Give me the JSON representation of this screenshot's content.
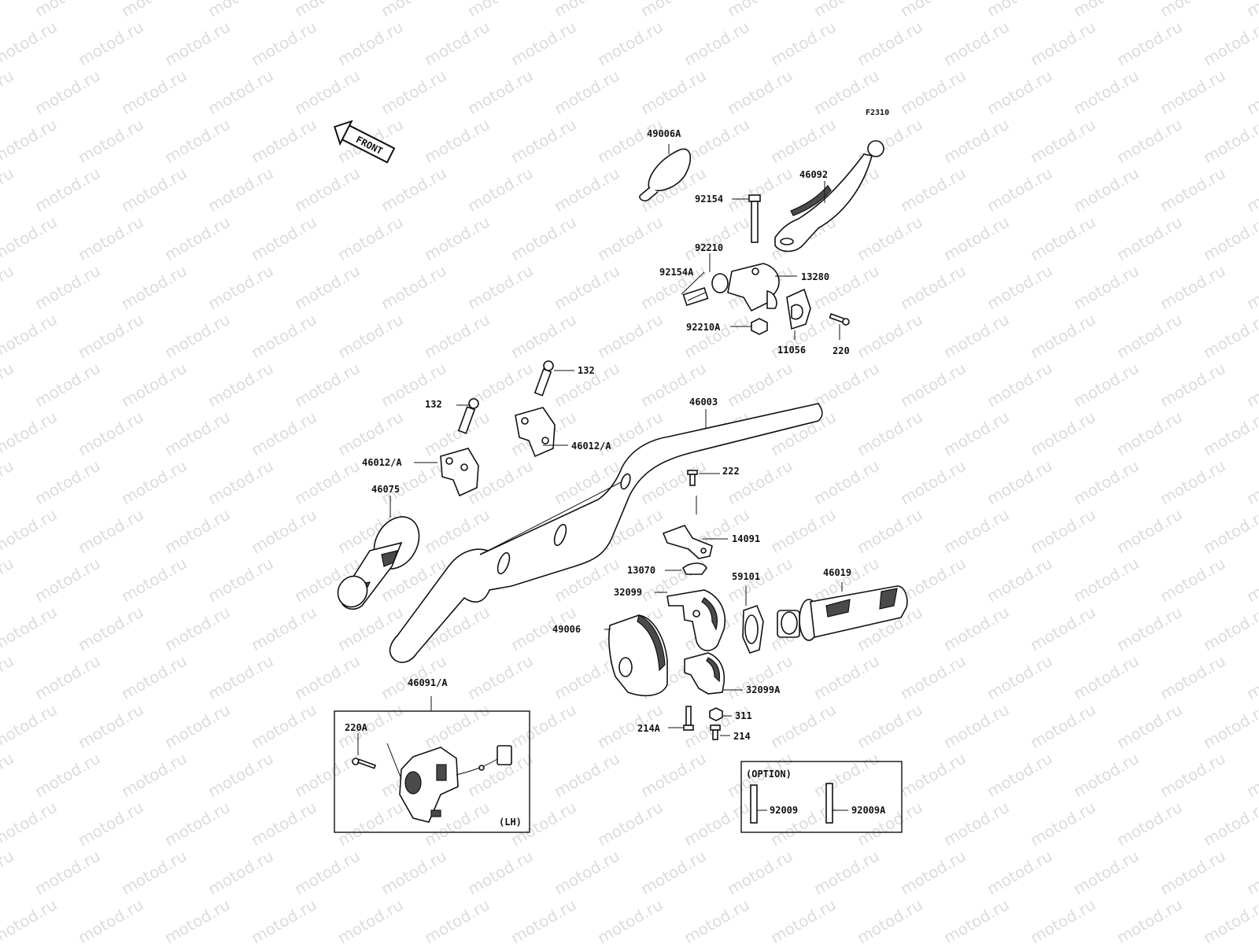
{
  "watermark": "motod.ru",
  "code": "F2310",
  "front_label": "FRONT",
  "option_label": "(OPTION)",
  "lh_label": "(LH)",
  "parts": {
    "p49006A": "49006A",
    "p46092": "46092",
    "p92154": "92154",
    "p92210": "92210",
    "p92154A": "92154A",
    "p13280": "13280",
    "p92210A": "92210A",
    "p11056": "11056",
    "p220": "220",
    "p132a": "132",
    "p132b": "132",
    "p46003": "46003",
    "p46012Aa": "46012/A",
    "p46012Ab": "46012/A",
    "p46075": "46075",
    "p222": "222",
    "p14091": "14091",
    "p13070": "13070",
    "p32099": "32099",
    "p59101": "59101",
    "p46019": "46019",
    "p49006": "49006",
    "p32099A": "32099A",
    "p311": "311",
    "p214A": "214A",
    "p214": "214",
    "p46091A": "46091/A",
    "p220A": "220A",
    "p92009": "92009",
    "p92009A": "92009A"
  },
  "colors": {
    "ink": "#111111",
    "watermark": "#dcdcdc",
    "shade": "#4a4a4a"
  }
}
